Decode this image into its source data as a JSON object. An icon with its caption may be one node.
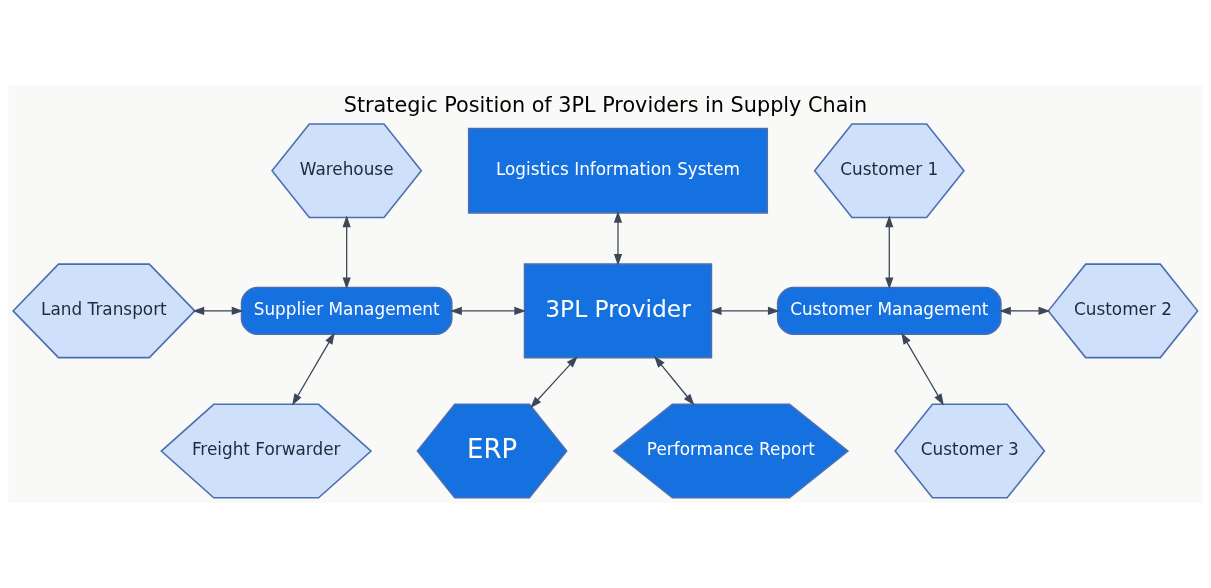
{
  "diagram": {
    "title": "Strategic Position of 3PL Providers in Supply Chain",
    "nodes": [
      {
        "text": [
          "Logistics Information System"
        ]
      },
      {
        "text": [
          "Warehouse"
        ]
      },
      {
        "text": [
          "Supplier Management"
        ]
      },
      {
        "text": [
          "3PL Provider"
        ]
      },
      {
        "text": [
          "Customer Management"
        ]
      },
      {
        "text": [
          "Customer 1"
        ]
      },
      {
        "text": [
          "Land Transport"
        ]
      },
      {
        "text": [
          "Customer 2"
        ]
      },
      {
        "text": [
          "Freight Forwarder"
        ]
      },
      {
        "text": [
          "ERP"
        ]
      },
      {
        "text": [
          "Performance Report"
        ]
      },
      {
        "text": [
          "Customer 3"
        ]
      }
    ],
    "edges": [
      {
        "from": 3,
        "to": 0,
        "arrow": "both"
      },
      {
        "from": 1,
        "to": 2,
        "arrow": "both"
      },
      {
        "from": 6,
        "to": 2,
        "arrow": "both"
      },
      {
        "from": 8,
        "to": 2,
        "arrow": "both"
      },
      {
        "from": 2,
        "to": 3,
        "arrow": "both"
      },
      {
        "from": 3,
        "to": 4,
        "arrow": "both"
      },
      {
        "from": 4,
        "to": 5,
        "arrow": "both"
      },
      {
        "from": 4,
        "to": 7,
        "arrow": "both"
      },
      {
        "from": 4,
        "to": 11,
        "arrow": "both"
      },
      {
        "from": 3,
        "to": 9,
        "arrow": "both"
      },
      {
        "from": 3,
        "to": 10,
        "arrow": "both"
      }
    ]
  }
}
